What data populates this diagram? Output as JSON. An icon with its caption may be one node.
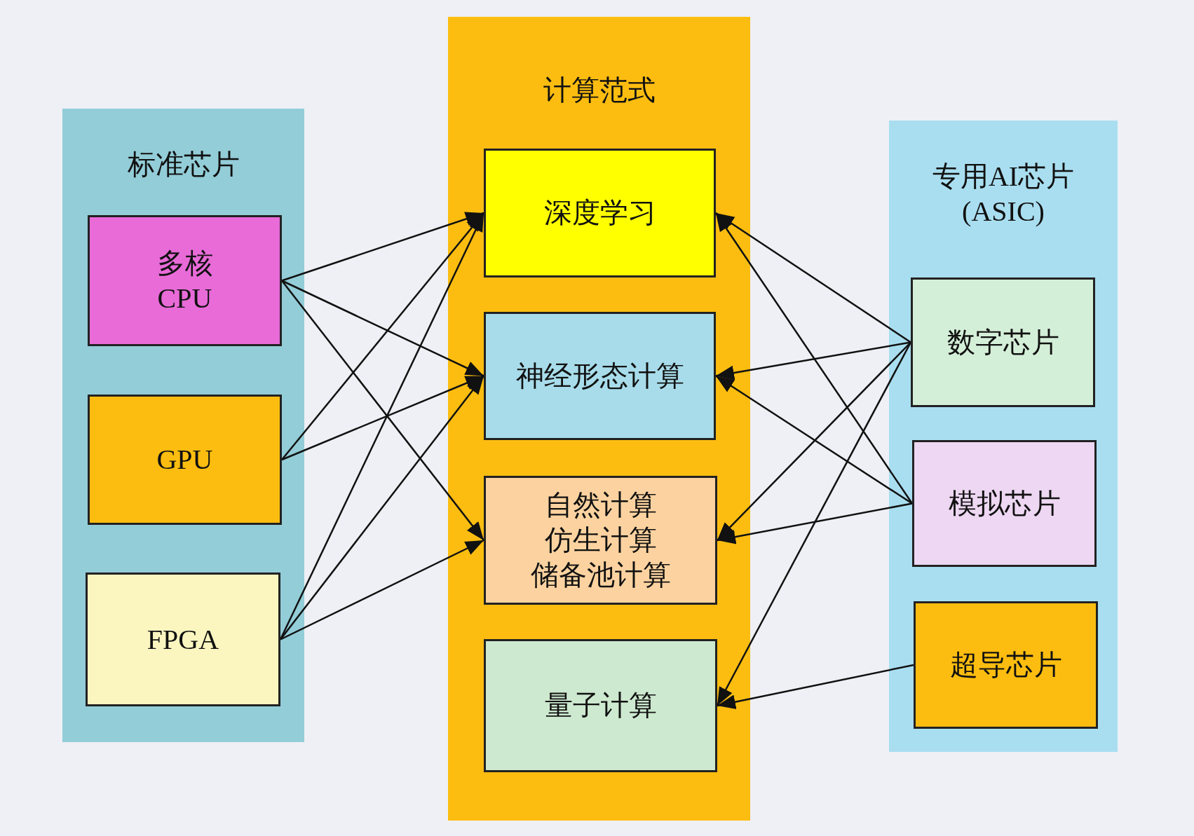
{
  "diagram": {
    "nodes": [
      {
        "text": [
          "标准芯片"
        ]
      },
      {
        "text": [
          "多核 CPU"
        ],
        "in": 0
      },
      {
        "text": [
          "GPU"
        ],
        "in": 0
      },
      {
        "text": [
          "FPGA"
        ],
        "in": 0
      },
      {
        "text": [
          "计算范式"
        ]
      },
      {
        "text": [
          "深度学习"
        ],
        "in": 4
      },
      {
        "text": [
          "神经形态计算"
        ],
        "in": 4
      },
      {
        "text": [
          "自然计算",
          "仿生计算",
          "储备池计算"
        ],
        "in": 4
      },
      {
        "text": [
          "量子计算"
        ],
        "in": 4
      },
      {
        "text": [
          "专用AI芯片 (ASIC)"
        ]
      },
      {
        "text": [
          "数字芯片"
        ],
        "in": 9
      },
      {
        "text": [
          "模拟芯片"
        ],
        "in": 9
      },
      {
        "text": [
          "超导芯片"
        ],
        "in": 9
      }
    ],
    "edges": [
      {
        "from": 1,
        "to": 5,
        "arrow": "to"
      },
      {
        "from": 1,
        "to": 6,
        "arrow": "to"
      },
      {
        "from": 1,
        "to": 7,
        "arrow": "to"
      },
      {
        "from": 2,
        "to": 5,
        "arrow": "to"
      },
      {
        "from": 2,
        "to": 6,
        "arrow": "to"
      },
      {
        "from": 3,
        "to": 5,
        "arrow": "to"
      },
      {
        "from": 3,
        "to": 6,
        "arrow": "to"
      },
      {
        "from": 3,
        "to": 7,
        "arrow": "to"
      },
      {
        "from": 10,
        "to": 5,
        "arrow": "to"
      },
      {
        "from": 10,
        "to": 6,
        "arrow": "to"
      },
      {
        "from": 10,
        "to": 7,
        "arrow": "to"
      },
      {
        "from": 10,
        "to": 8,
        "arrow": "to"
      },
      {
        "from": 11,
        "to": 5,
        "arrow": "to"
      },
      {
        "from": 11,
        "to": 6,
        "arrow": "to"
      },
      {
        "from": 11,
        "to": 7,
        "arrow": "to"
      },
      {
        "from": 12,
        "to": 8,
        "arrow": "to"
      }
    ]
  }
}
